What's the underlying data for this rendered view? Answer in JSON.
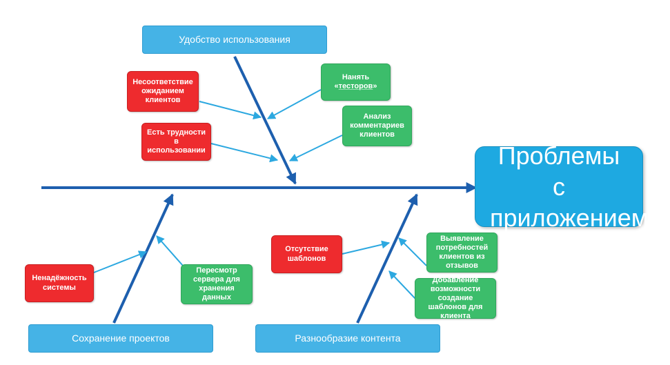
{
  "effect": "Проблемы с приложением",
  "categories": {
    "usability": "Удобство использования",
    "saving": "Сохранение проектов",
    "variety": "Разнообразие контента"
  },
  "causes": {
    "mismatch": "Несоответствие ожиданием клиентов",
    "difficulty": "Есть трудности в использовании",
    "hire_pre": "Нанять «",
    "hire_word": "тесторов",
    "hire_post": "»",
    "analysis": "Анализ комментариев клиентов",
    "reliability": "Ненадёжность системы",
    "server": "Пересмотр сервера для хранения данных",
    "no_templates": "Отсутствие шаблонов",
    "needs": "Выявление потребностей клиентов из отзывов",
    "add_templates": "Добавление возможности создание шаблонов для клиента"
  },
  "colors": {
    "spine": "#1d5fae",
    "arrow": "#2ca8e0",
    "category": "#45b3e6",
    "problem": "#ee2b2e",
    "solution": "#3cbd6b",
    "effect": "#1ea9e1"
  }
}
